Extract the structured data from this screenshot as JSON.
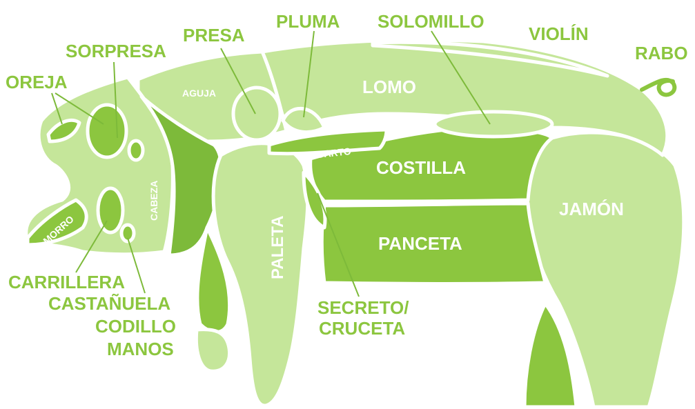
{
  "colors": {
    "light": "#c5e69a",
    "mid": "#8cc63f",
    "dark": "#7dba3a",
    "outline": "#ffffff",
    "text_outside": "#8cc63f",
    "text_inside": "#ffffff"
  },
  "labels": {
    "oreja": "OREJA",
    "sorpresa": "SORPRESA",
    "presa": "PRESA",
    "pluma": "PLUMA",
    "solomillo": "SOLOMILLO",
    "violin": "VIOLÍN",
    "rabo": "RABO",
    "aguja": "AGUJA",
    "lomo": "LOMO",
    "lagarto": "LAGARTO",
    "costilla": "COSTILLA",
    "jamon": "JAMÓN",
    "cabeza": "CABEZA",
    "morro": "MORRO",
    "paleta": "PALETA",
    "panceta": "PANCETA",
    "carrillera": "CARRILLERA",
    "castanuela": "CASTAÑUELA",
    "codillo": "CODILLO",
    "manos": "MANOS",
    "secreto_line1": "SECRETO/",
    "secreto_line2": "CRUCETA"
  }
}
